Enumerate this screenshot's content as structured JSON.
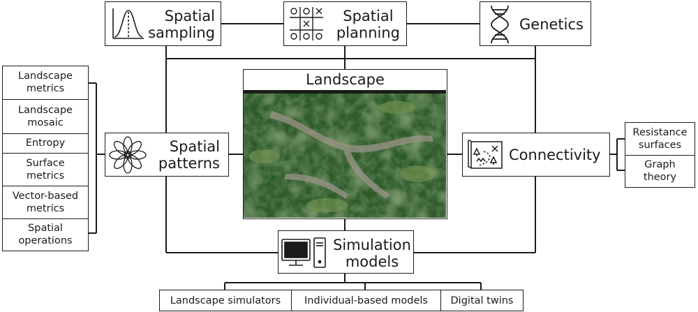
{
  "top": {
    "spatial_sampling": [
      "Spatial",
      "sampling"
    ],
    "spatial_planning": [
      "Spatial",
      "planning"
    ],
    "genetics": "Genetics"
  },
  "center": {
    "landscape": "Landscape"
  },
  "left": {
    "spatial_patterns": [
      "Spatial",
      "patterns"
    ],
    "items": [
      [
        "Landscape",
        "metrics"
      ],
      [
        "Landscape",
        "mosaic"
      ],
      [
        "Entropy"
      ],
      [
        "Surface",
        "metrics"
      ],
      [
        "Vector-based",
        "metrics"
      ],
      [
        "Spatial",
        "operations"
      ]
    ]
  },
  "right": {
    "connectivity": "Connectivity",
    "items": [
      [
        "Resistance",
        "surfaces"
      ],
      [
        "Graph",
        "theory"
      ]
    ]
  },
  "bottom": {
    "simulation_models": [
      "Simulation",
      "models"
    ],
    "items": [
      "Landscape simulators",
      "Individual-based models",
      "Digital twins"
    ]
  },
  "colors": {
    "line": "#1a1a1a",
    "forest_dark": "#1f3d1c",
    "forest": "#2f5a2a",
    "field": "#6f8a4a",
    "urban": "#9a9488"
  }
}
